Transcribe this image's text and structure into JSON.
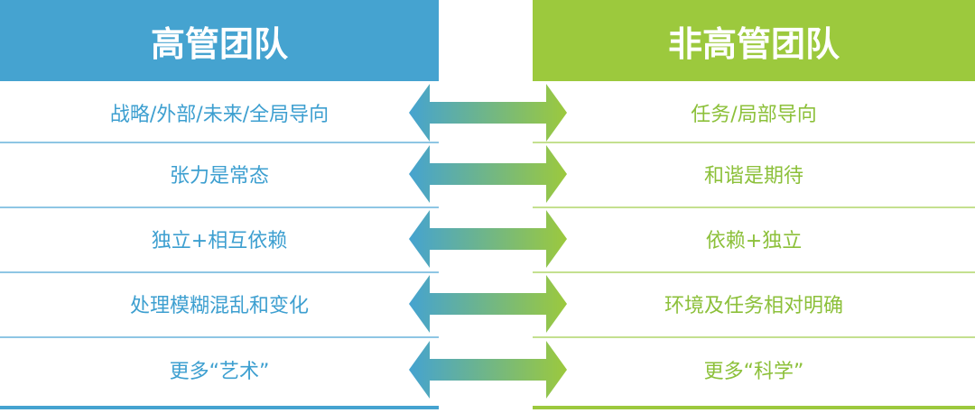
{
  "headers": {
    "left": "高管团队",
    "right": "非高管团队"
  },
  "colors": {
    "left": "#45a3d0",
    "right": "#9cc93d"
  },
  "rows": [
    {
      "left": "战略/外部/未来/全局导向",
      "right": "任务/局部导向"
    },
    {
      "left": "张力是常态",
      "right": "和谐是期待"
    },
    {
      "left": "独立+相互依赖",
      "right": "依赖+独立"
    },
    {
      "left": "处理模糊混乱和变化",
      "right": "环境及任务相对明确"
    },
    {
      "left": "更多“艺术”",
      "right": "更多“科学”"
    }
  ]
}
